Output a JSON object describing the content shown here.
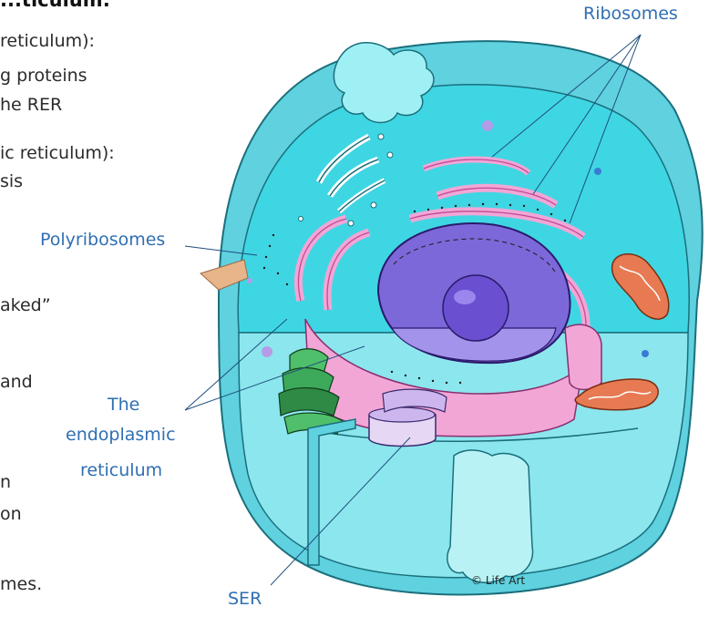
{
  "left_text": {
    "heading": "...ticulum:",
    "lines": [
      "reticulum):",
      "g proteins",
      "he RER",
      "ic reticulum):",
      "sis",
      "aked”",
      "and",
      "n",
      "on",
      "mes."
    ]
  },
  "labels": {
    "ribosomes": "Ribosomes",
    "polyribosomes": "Polyribosomes",
    "er_line1": "The",
    "er_line2": "endoplasmic",
    "er_line3": "reticulum",
    "ser": "SER"
  },
  "copyright": "© Life Art",
  "colors": {
    "cytoplasm": "#7fe3ee",
    "membrane": "#4fc6d6",
    "er_pink": "#f2a6d6",
    "nucleus": "#7d68d9",
    "nucleolus": "#6a4fd0",
    "label_blue": "#2f6fb3"
  }
}
